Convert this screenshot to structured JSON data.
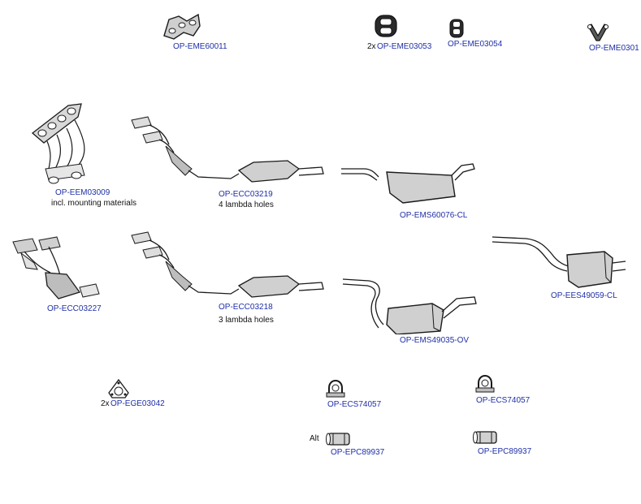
{
  "parts": [
    {
      "id": "eme60011",
      "code": "OP-EME60011",
      "qty": "",
      "note": ""
    },
    {
      "id": "eme03053",
      "code": "OP-EME03053",
      "qty": "2x",
      "note": ""
    },
    {
      "id": "eme03054",
      "code": "OP-EME03054",
      "qty": "",
      "note": ""
    },
    {
      "id": "eme0301",
      "code": "OP-EME0301",
      "qty": "",
      "note": ""
    },
    {
      "id": "eem03009",
      "code": "OP-EEM03009",
      "qty": "",
      "note": "incl. mounting materials"
    },
    {
      "id": "ecc03219",
      "code": "OP-ECC03219",
      "qty": "",
      "note": "4 lambda holes"
    },
    {
      "id": "ems60076",
      "code": "OP-EMS60076-CL",
      "qty": "",
      "note": ""
    },
    {
      "id": "ecc03227",
      "code": "OP-ECC03227",
      "qty": "",
      "note": ""
    },
    {
      "id": "ecc03218",
      "code": "OP-ECC03218",
      "qty": "",
      "note": "3 lambda holes"
    },
    {
      "id": "ems49035",
      "code": "OP-EMS49035-OV",
      "qty": "",
      "note": ""
    },
    {
      "id": "ees49059",
      "code": "OP-EES49059-CL",
      "qty": "",
      "note": ""
    },
    {
      "id": "ege03042",
      "code": "OP-EGE03042",
      "qty": "2x",
      "note": ""
    },
    {
      "id": "ecs74057a",
      "code": "OP-ECS74057",
      "qty": "",
      "note": ""
    },
    {
      "id": "ecs74057b",
      "code": "OP-ECS74057",
      "qty": "",
      "note": ""
    },
    {
      "id": "epc89937a",
      "code": "OP-EPC89937",
      "qty": "Alt",
      "note": ""
    },
    {
      "id": "epc89937b",
      "code": "OP-EPC89937",
      "qty": "",
      "note": ""
    }
  ],
  "colors": {
    "code": "#1f2fa8",
    "line": "#1a1a1a",
    "shade": "#bdbdbd"
  }
}
